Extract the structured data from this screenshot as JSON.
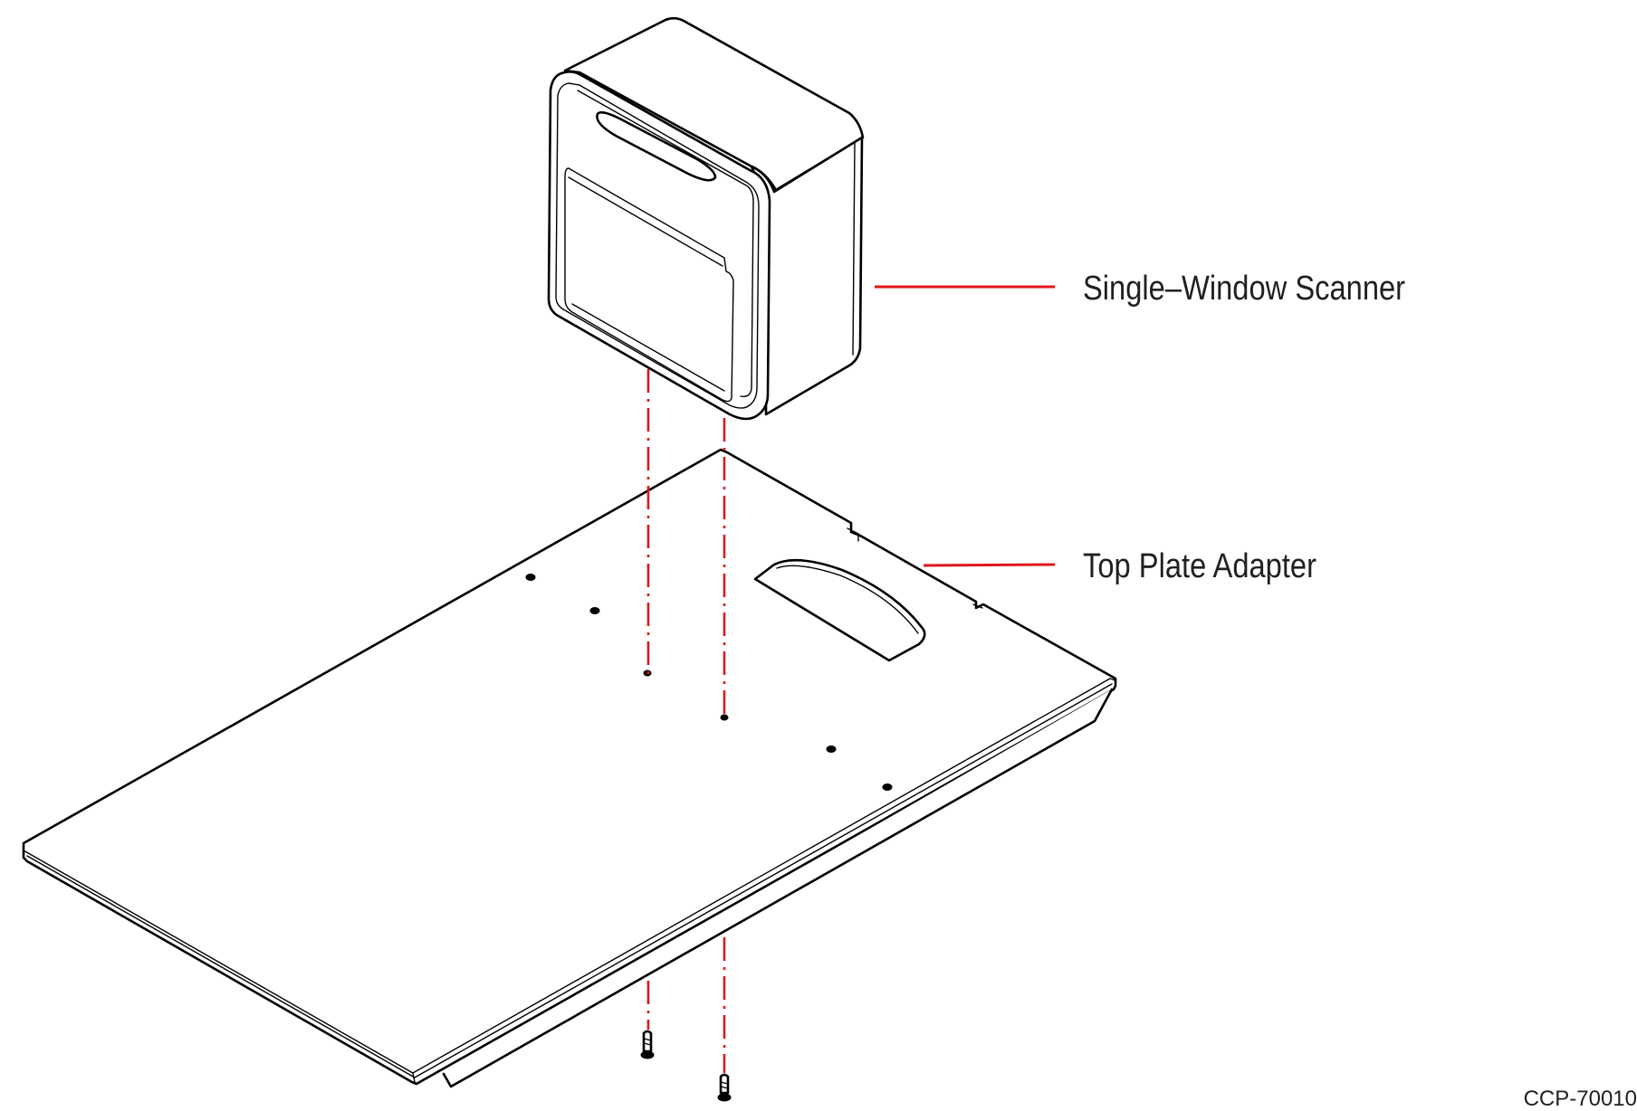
{
  "diagram": {
    "labels": {
      "scanner": "Single–Window Scanner",
      "adapter": "Top Plate Adapter"
    },
    "figure_code": "CCP-70010",
    "colors": {
      "line_art": "#000000",
      "callout_lines": "#e0161b",
      "text": "#231f20",
      "background": "#ffffff"
    }
  }
}
